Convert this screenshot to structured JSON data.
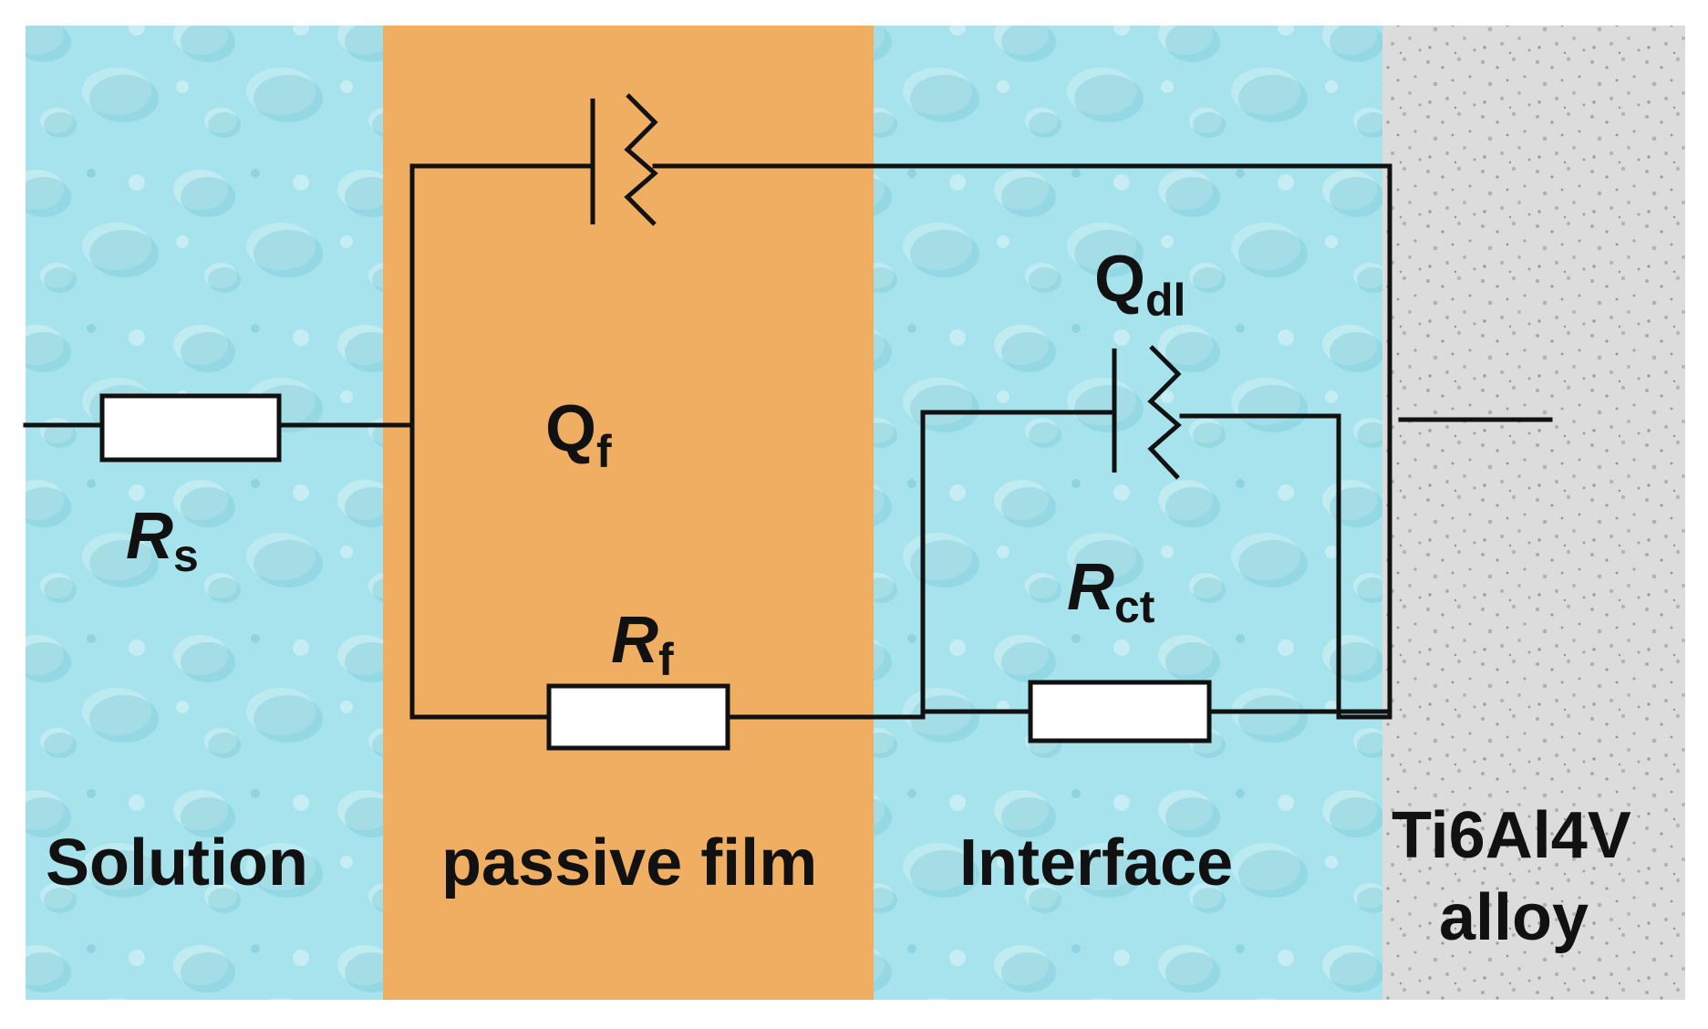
{
  "colors": {
    "solution": "#a6e3ec",
    "passive_film": "#f0ae62",
    "interface": "#a6e3ec",
    "alloy": "#dcdcdc",
    "wire": "#111111"
  },
  "regions": {
    "solution": "Solution",
    "passive_film": "passive film",
    "interface": "Interface",
    "alloy_line1": "Ti6Al4V",
    "alloy_line2": "alloy"
  },
  "components": {
    "rs": {
      "symbol": "R",
      "sub": "s"
    },
    "qf": {
      "symbol": "Q",
      "sub": "f"
    },
    "rf": {
      "symbol": "R",
      "sub": "f"
    },
    "qdl": {
      "symbol": "Q",
      "sub": "dl"
    },
    "rct": {
      "symbol": "R",
      "sub": "ct"
    }
  }
}
